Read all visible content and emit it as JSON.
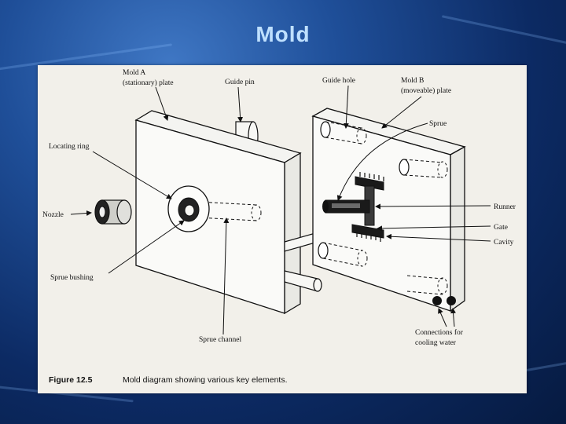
{
  "slide": {
    "title": "Mold"
  },
  "figure": {
    "caption_number": "Figure 12.5",
    "caption_text": "Mold diagram showing various key elements.",
    "labels": {
      "mold_a_line1": "Mold A",
      "mold_a_line2": "(stationary) plate",
      "guide_pin": "Guide pin",
      "guide_hole": "Guide hole",
      "mold_b_line1": "Mold B",
      "mold_b_line2": "(moveable) plate",
      "sprue": "Sprue",
      "locating_ring": "Locating ring",
      "nozzle": "Nozzle",
      "runner": "Runner",
      "gate": "Gate",
      "cavity": "Cavity",
      "sprue_bushing": "Sprue bushing",
      "sprue_channel": "Sprue channel",
      "cooling_line1": "Connections for",
      "cooling_line2": "cooling water"
    }
  }
}
